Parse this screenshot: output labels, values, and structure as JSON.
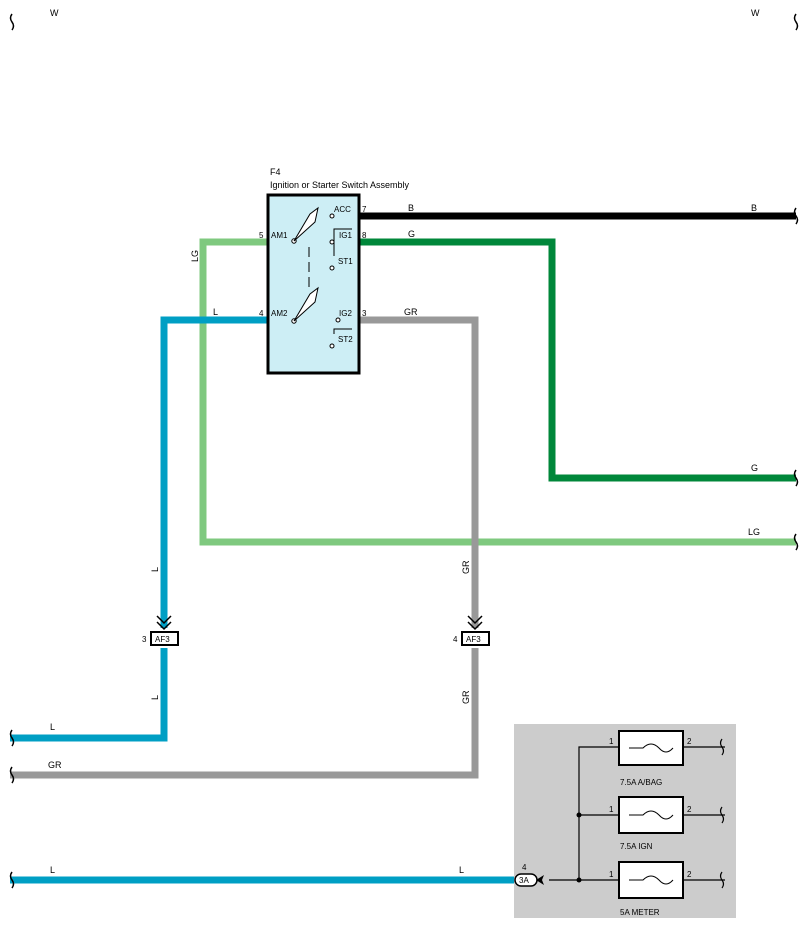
{
  "colors": {
    "black": "#000000",
    "green": "#00873a",
    "light_green": "#7fc97f",
    "blue": "#009fc4",
    "gray": "#999999",
    "switch_fill": "#cdeef5",
    "fuse_box_fill": "#cccccc"
  },
  "wire_labels": {
    "w_left": "W",
    "w_right": "W",
    "lg_vertical": "LG",
    "b_near": "B",
    "b_right": "B",
    "g_near": "G",
    "g_right": "G",
    "lg_right": "LG",
    "l_top": "L",
    "gr_top": "GR",
    "l_upper_vertical": "L",
    "l_lower_vertical": "L",
    "gr_upper_vertical": "GR",
    "gr_lower_vertical": "GR",
    "l_left": "L",
    "gr_left": "GR",
    "l_bottom_left": "L",
    "l_bottom_mid": "L"
  },
  "switch": {
    "code": "F4",
    "name": "Ignition or Starter Switch Assembly",
    "terminals": {
      "am1": "AM1",
      "am2": "AM2",
      "acc": "ACC",
      "ig1": "IG1",
      "st1": "ST1",
      "ig2": "IG2",
      "st2": "ST2"
    },
    "pins": {
      "am1": "5",
      "am2": "4",
      "acc": "7",
      "ig1": "8",
      "ig2": "3"
    }
  },
  "connectors": {
    "af3_left": {
      "label": "AF3",
      "pin": "3"
    },
    "af3_right": {
      "label": "AF3",
      "pin": "4"
    },
    "c3a": {
      "label": "3A",
      "pin": "4"
    }
  },
  "fuses": [
    {
      "label": "7.5A A/BAG",
      "pin_in": "1",
      "pin_out": "2"
    },
    {
      "label": "7.5A IGN",
      "pin_in": "1",
      "pin_out": "2"
    },
    {
      "label": "5A METER",
      "pin_in": "1",
      "pin_out": "2"
    }
  ]
}
